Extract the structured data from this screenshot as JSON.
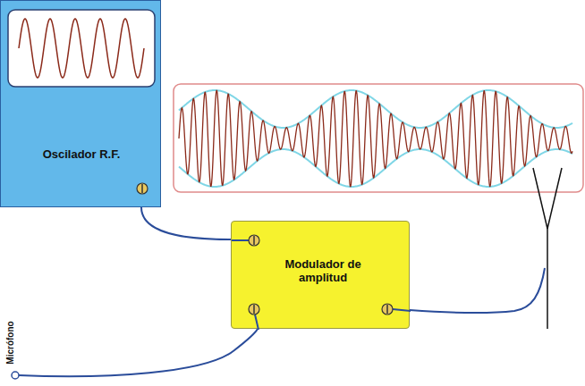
{
  "diagram": {
    "nodes": [
      {
        "text": [
          "Oscilador R.F."
        ]
      },
      {
        "text": [
          "Modulador de amplitud"
        ]
      }
    ],
    "edges": [
      {
        "from": 0,
        "to": 1,
        "arrow": "none"
      }
    ],
    "labels": [
      "Micrófono"
    ]
  }
}
